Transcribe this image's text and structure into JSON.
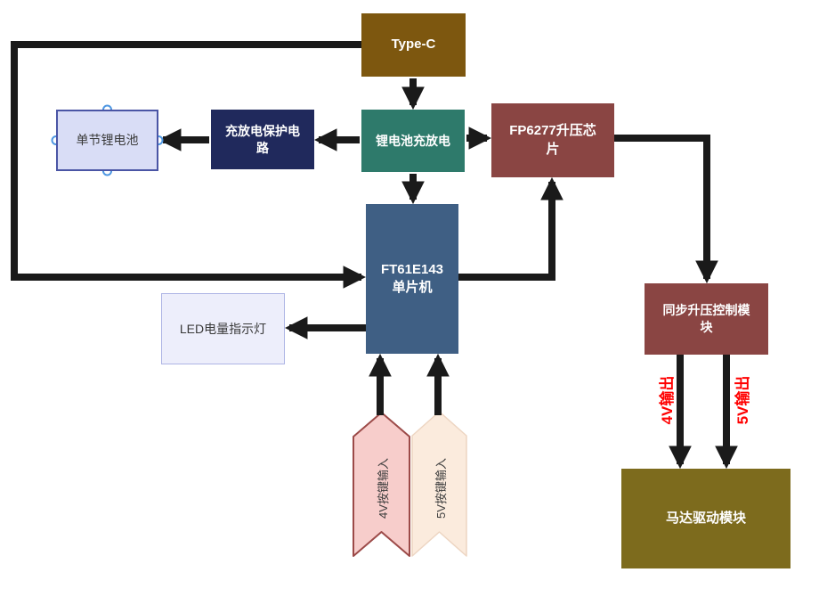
{
  "diagram": {
    "title": "power-bank boost system block diagram",
    "background": "#ffffff",
    "connector_color": "#1a1a1a",
    "output_label_color": "#ff0000",
    "selection_handle_color": "#4e97e2"
  },
  "boxes": {
    "type_c": {
      "label": "Type-C",
      "bg": "#7d570f",
      "text_color": "#ffffff"
    },
    "li_charge": {
      "label": "锂电池充放电",
      "bg": "#2e7a6b",
      "text_color": "#ffffff"
    },
    "charge_protect": {
      "lines": [
        "充放电保护电",
        "路"
      ],
      "bg": "#20295c",
      "text_color": "#ffffff"
    },
    "single_cell": {
      "label": "单节锂电池",
      "bg": "#d9ddf6",
      "border": "#4a55a5",
      "text_color": "#3a3a3a",
      "selected": true
    },
    "fp6277": {
      "lines": [
        "FP6277升压芯",
        "片"
      ],
      "bg": "#8a4543",
      "text_color": "#ffffff"
    },
    "mcu": {
      "lines": [
        "FT61E143",
        "单片机"
      ],
      "bg": "#3f5f84",
      "text_color": "#ffffff"
    },
    "led": {
      "label": "LED电量指示灯",
      "bg": "#edeefb",
      "border": "#aeb5e5",
      "text_color": "#3a3a3a"
    },
    "sync_boost": {
      "lines": [
        "同步升压控制模",
        "块"
      ],
      "bg": "#8a4543",
      "text_color": "#ffffff"
    },
    "motor": {
      "label": "马达驱动模块",
      "bg": "#7d6b1d",
      "text_color": "#ffffff"
    }
  },
  "banners": {
    "key4v": {
      "label": "4V按键输入",
      "bg": "#f7cdcb",
      "border": "#9c4a48",
      "text_color": "#3f3f3f"
    },
    "key5v": {
      "label": "5V按键输入",
      "bg": "#fbebdd",
      "border": "#edd5c2",
      "text_color": "#3f3f3f"
    }
  },
  "output_labels": {
    "v4": {
      "label": "4V输出",
      "color": "#ff0000"
    },
    "v5": {
      "label": "5V输出",
      "color": "#ff0000"
    }
  }
}
